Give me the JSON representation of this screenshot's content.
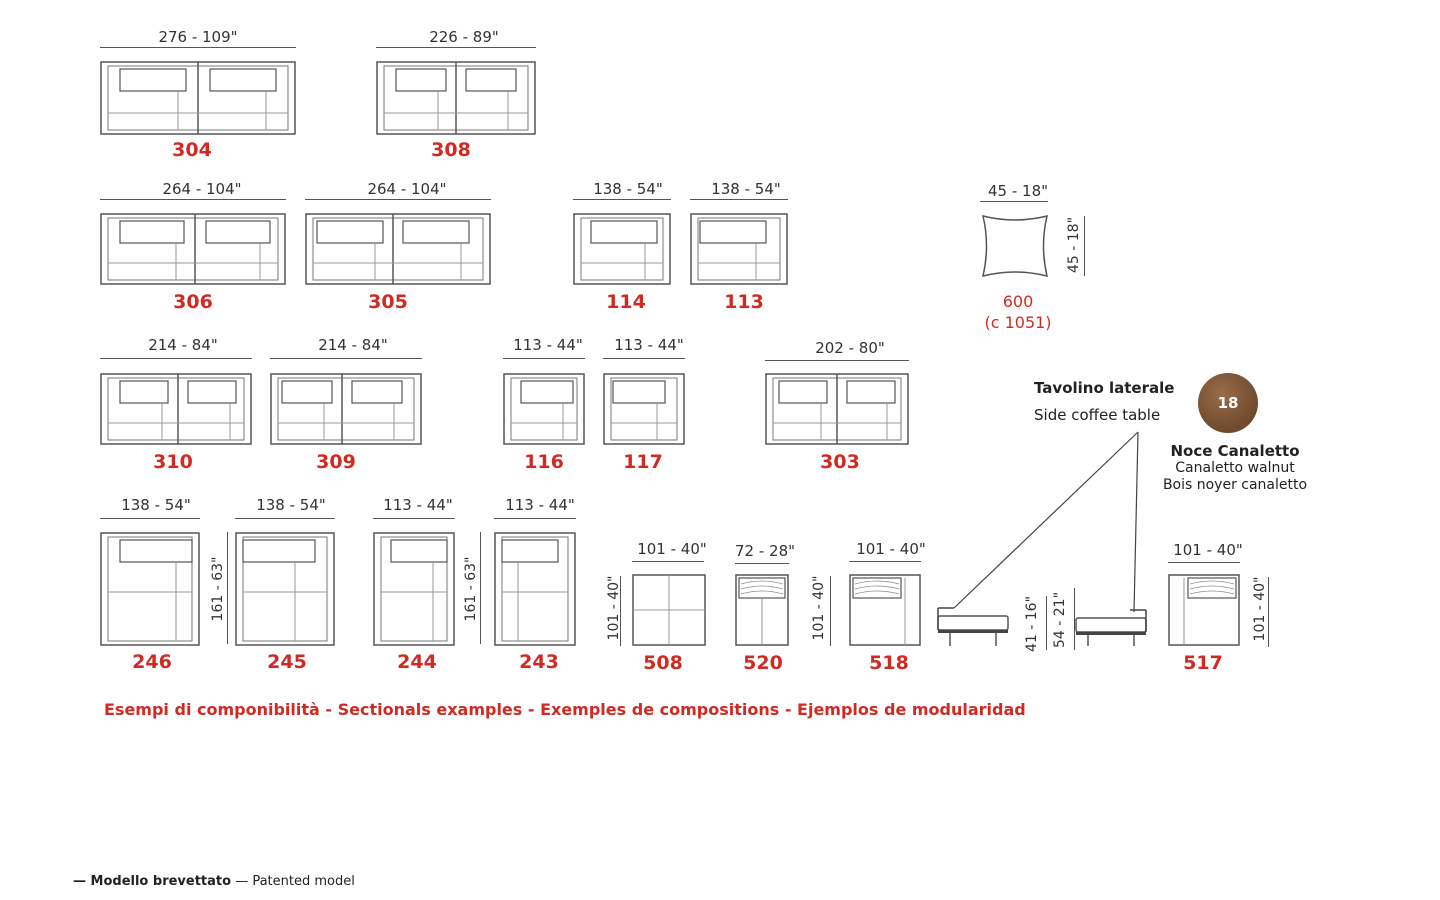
{
  "colors": {
    "accent_red": "#d12a22",
    "line": "#555555",
    "walnut": "#7a5234"
  },
  "row1": {
    "item304": {
      "dim": "276 - 109\"",
      "code": "304"
    },
    "item308": {
      "dim": "226 - 89\"",
      "code": "308"
    }
  },
  "row2": {
    "item306": {
      "dim": "264 - 104\"",
      "code": "306"
    },
    "item305": {
      "dim": "264 - 104\"",
      "code": "305"
    },
    "item114": {
      "dim": "138 - 54\"",
      "code": "114"
    },
    "item113": {
      "dim": "138 - 54\"",
      "code": "113"
    },
    "item600": {
      "dim_top": "45 - 18\"",
      "dim_side": "45 - 18\"",
      "code": "600",
      "code_sub": "(c 1051)"
    }
  },
  "row3": {
    "item310": {
      "dim": "214 - 84\"",
      "code": "310"
    },
    "item309": {
      "dim": "214 - 84\"",
      "code": "309"
    },
    "item116": {
      "dim": "113 - 44\"",
      "code": "116"
    },
    "item117": {
      "dim": "113 - 44\"",
      "code": "117"
    },
    "item303": {
      "dim": "202 - 80\"",
      "code": "303"
    }
  },
  "side_table": {
    "title": "Tavolino laterale",
    "subtitle": "Side coffee table",
    "finish_number": "18",
    "finish_it": "Noce Canaletto",
    "finish_en": "Canaletto walnut",
    "finish_fr": "Bois noyer canaletto",
    "dim_height1": "41 - 16\"",
    "dim_height2": "54 - 21\""
  },
  "row4": {
    "item246": {
      "dim": "138 - 54\"",
      "code": "246"
    },
    "item245": {
      "dim": "138 - 54\"",
      "dim_side": "161 - 63\"",
      "code": "245"
    },
    "item244": {
      "dim": "113 - 44\"",
      "code": "244"
    },
    "item243": {
      "dim": "113 - 44\"",
      "dim_side": "161 - 63\"",
      "code": "243"
    },
    "item508": {
      "dim": "101 - 40\"",
      "dim_side": "101 - 40\"",
      "code": "508"
    },
    "item520": {
      "dim": "72 - 28\"",
      "code": "520"
    },
    "item518": {
      "dim": "101 - 40\"",
      "dim_side": "101 - 40\"",
      "code": "518"
    },
    "item517": {
      "dim": "101 - 40\"",
      "dim_side": "101 - 40\"",
      "code": "517"
    }
  },
  "caption": "Esempi di componibilità  -  Sectionals examples - Exemples de compositions - Ejemplos de modularidad",
  "footer": {
    "bold": "— Modello brevettato",
    "normal": " — Patented model"
  }
}
